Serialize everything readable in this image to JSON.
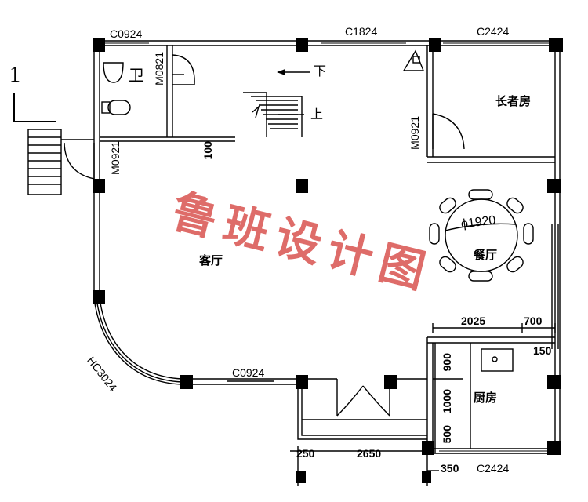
{
  "labels": {
    "c0924_top": "C0924",
    "c1824": "C1824",
    "c2424_top": "C2424",
    "c2424_bottom": "C2424",
    "c0924_bottom": "C0924",
    "hc3024": "HC3024",
    "m0821": "M0821",
    "m0921_left": "M0921",
    "m0921_right": "M0921"
  },
  "rooms": {
    "wc": "卫",
    "elder_room": "长者房",
    "living_room": "客厅",
    "dining": "餐厅",
    "kitchen": "厨房"
  },
  "stairs": {
    "down": "下",
    "up": "上"
  },
  "section_mark": "1",
  "table_diameter": "ϕ1920",
  "dimensions": {
    "d100": "100",
    "d2025": "2025",
    "d700": "700",
    "d150": "150",
    "d900": "900",
    "d1000": "1000",
    "d500": "500",
    "d250": "250",
    "d2650": "2650",
    "d350": "350"
  },
  "watermark": "鲁班设计图",
  "colors": {
    "wall": "#000000",
    "watermark": "#d9534f"
  }
}
